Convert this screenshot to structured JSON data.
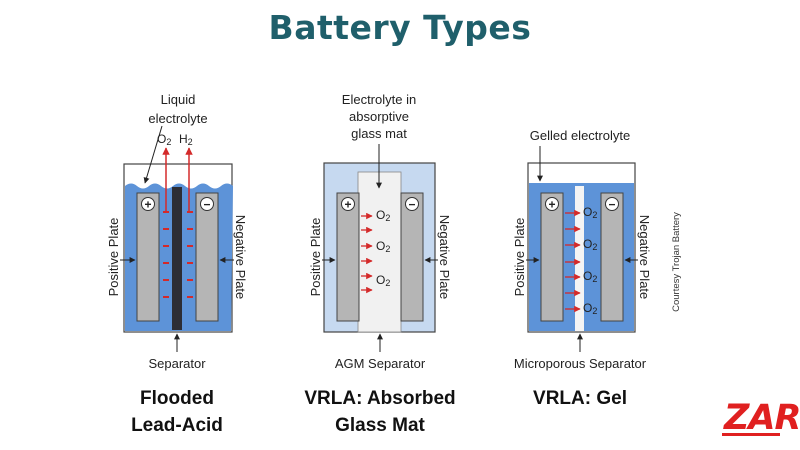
{
  "title": "Battery Types",
  "credit": "Courtesy Trojan Battery",
  "logo_text": "ZAR",
  "colors": {
    "title": "#1f5f6b",
    "electrolyte": "#5d93d8",
    "glass_mat": "#c6d9f0",
    "plate": "#b5b5b5",
    "separator": "#2d2d34",
    "arrow": "#d42a2a",
    "logo": "#e02020"
  },
  "plate_labels": {
    "positive": "Positive Plate",
    "negative": "Negative Plate",
    "plus": "+",
    "minus": "−"
  },
  "cells": [
    {
      "type": "flooded",
      "top_label": [
        "Liquid",
        "electrolyte"
      ],
      "gas_labels": [
        "O",
        "H"
      ],
      "gas_sub": "2",
      "separator_label": "Separator",
      "caption": [
        "Flooded",
        "Lead-Acid"
      ]
    },
    {
      "type": "agm",
      "top_label": [
        "Electrolyte in",
        "absorptive",
        "glass mat"
      ],
      "gas_label": "O",
      "gas_sub": "2",
      "separator_label": "AGM Separator",
      "caption": [
        "VRLA: Absorbed",
        "Glass Mat"
      ]
    },
    {
      "type": "gel",
      "top_label": [
        "Gelled electrolyte"
      ],
      "gas_label": "O",
      "gas_sub": "2",
      "separator_label": "Microporous Separator",
      "caption": [
        "VRLA: Gel"
      ]
    }
  ]
}
